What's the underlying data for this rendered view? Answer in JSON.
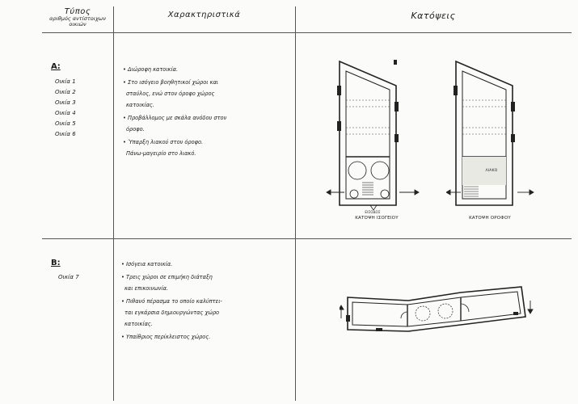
{
  "header": {
    "types_title": "Τύπος",
    "types_subtitle": "αριθμός αντίστοιχων οικιών",
    "features_title": "Χαρακτηριστικά",
    "plans_title": "Κατόψεις"
  },
  "rows": [
    {
      "type": "Α:",
      "houses": [
        "Οικία 1",
        "Οικία 2",
        "Οικία 3",
        "Οικία 4",
        "Οικία 5",
        "Οικία 6"
      ],
      "features": [
        "• Διώροφη κατοικία.",
        "• Στο ισόγειο βοηθητικοί χώροι και",
        "σταύλος, ενώ στον όροφο χώρος",
        "κατοικίας.",
        "• Προβάλλομος με σκάλα ανόδου στον",
        "όροφο.",
        "• Ύπαρξη λιακού στον όροφο.",
        "Πάνω-μαγειρίο στο λιακό."
      ],
      "plan_labels": [
        "ΚΑΤΟΨΗ ΙΣΟΓΕΙΟΥ",
        "ΚΑΤΟΨΗ ΟΡΟΦΟΥ"
      ],
      "plan_notes": [
        "ΕΙΣΟΔΟΣ",
        "ΛΙΑΚΟ"
      ]
    },
    {
      "type": "Β:",
      "houses": [
        "Οικία 7"
      ],
      "features": [
        "• Ισόγεια κατοικία.",
        "• Τρεις χώροι σε επιμήκη διάταξη",
        "και επικοινωνία.",
        "• Πιθανό πέρασμα το οποίο καλύπτει-",
        "ται εγκάρσια δημιουργώντας χώρο",
        "κατοικίας.",
        "• Υπαίθριος περίκλειστος χώρος."
      ]
    }
  ]
}
